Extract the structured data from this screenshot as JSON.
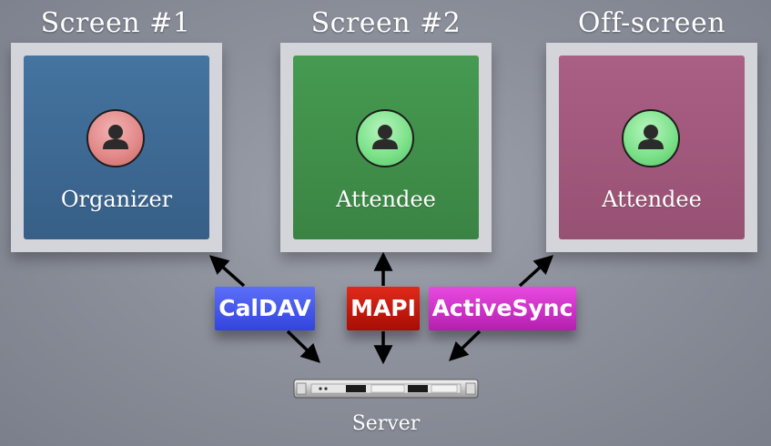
{
  "screens": [
    {
      "title": "Screen #1",
      "role": "Organizer",
      "panel_color": "#3c6b94",
      "avatar_color": "#e38a8a",
      "icon": "person-icon"
    },
    {
      "title": "Screen #2",
      "role": "Attendee",
      "panel_color": "#3f8f4a",
      "avatar_color": "#7ee28b",
      "icon": "person-icon"
    },
    {
      "title": "Off-screen",
      "role": "Attendee",
      "panel_color": "#a2587c",
      "avatar_color": "#7ee28b",
      "icon": "person-icon"
    }
  ],
  "protocols": [
    {
      "label": "CalDAV",
      "color_top": "#5b6ff9",
      "color_bottom": "#3344dd"
    },
    {
      "label": "MAPI",
      "color_top": "#e02a1a",
      "color_bottom": "#a80d05"
    },
    {
      "label": "ActiveSync",
      "color_top": "#e84ae0",
      "color_bottom": "#b51eb0"
    }
  ],
  "server": {
    "label": "Server",
    "icon": "server-rack-icon"
  },
  "colors": {
    "background": "#8d919c",
    "frame": "#d4d5da",
    "arrow": "#000000"
  }
}
